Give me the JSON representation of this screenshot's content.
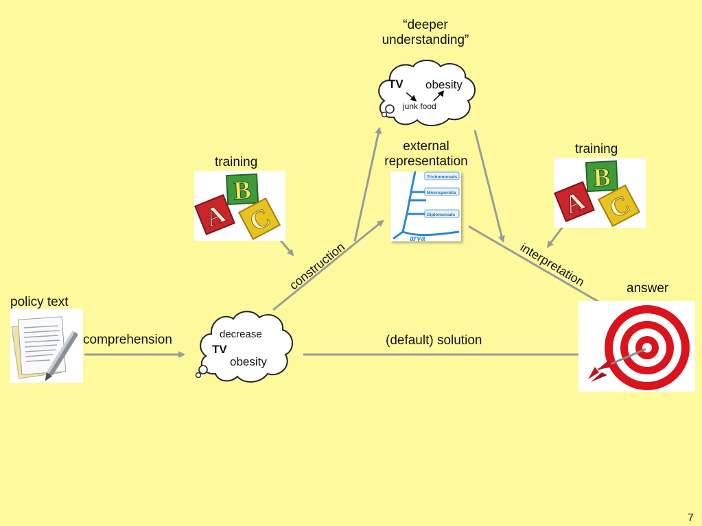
{
  "labels": {
    "policy_text": "policy text",
    "comprehension": "comprehension",
    "construction": "construction",
    "interpretation": "interpretation",
    "default_solution": "(default) solution",
    "answer": "answer",
    "training_left": "training",
    "training_right": "training",
    "deeper_understanding_line1": "“deeper",
    "deeper_understanding_line2": "understanding”",
    "external_representation_line1": "external",
    "external_representation_line2": "representation"
  },
  "cloud_bottom": {
    "decrease": "decrease",
    "tv": "TV",
    "obesity": "obesity"
  },
  "cloud_top": {
    "tv": "TV",
    "obesity": "obesity",
    "junk_food": "junk food"
  },
  "blocks": [
    "B",
    "A",
    "C"
  ],
  "tree_labels": [
    "Trichomonads",
    "Microsporidia",
    "Diplomonads"
  ],
  "tree_footer": "arya",
  "page_number": "7",
  "colors": {
    "background": "#fff99e",
    "arrow": "#9a9a9a",
    "block_green": "#3f9a3a",
    "block_red": "#c8262a",
    "block_yellow": "#e8c21e",
    "target_red": "#d9141c",
    "tree_blue": "#2a86d4"
  },
  "icons": [
    "document-pencil-icon",
    "abc-blocks-icon",
    "phylogenetic-tree-icon",
    "target-dart-icon",
    "thought-cloud-icon"
  ]
}
